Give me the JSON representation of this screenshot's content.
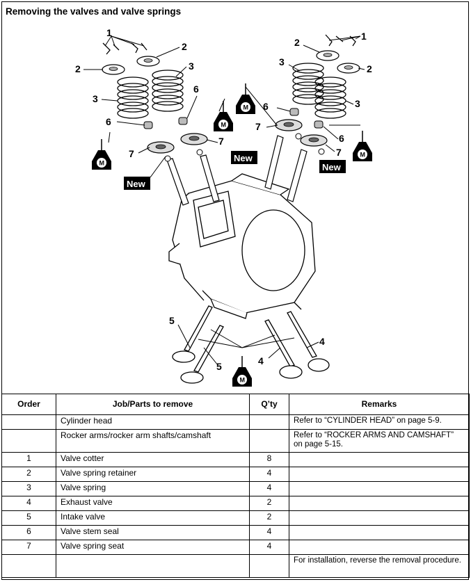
{
  "title": "Removing the valves and valve springs",
  "diagram": {
    "callouts": [
      "1",
      "2",
      "3",
      "4",
      "5",
      "6",
      "7"
    ],
    "new_tag": "New",
    "lube_symbol": "M"
  },
  "table": {
    "headers": {
      "order": "Order",
      "job": "Job/Parts to remove",
      "qty": "Q’ty",
      "remarks": "Remarks"
    },
    "rows": [
      {
        "order": "",
        "job": "Cylinder head",
        "qty": "",
        "remarks": "Refer to “CYLINDER HEAD” on page 5-9."
      },
      {
        "order": "",
        "job": "Rocker arms/rocker arm shafts/camshaft",
        "qty": "",
        "remarks": "Refer to “ROCKER ARMS AND CAMSHAFT” on page 5-15."
      },
      {
        "order": "1",
        "job": "Valve cotter",
        "qty": "8",
        "remarks": ""
      },
      {
        "order": "2",
        "job": "Valve spring retainer",
        "qty": "4",
        "remarks": ""
      },
      {
        "order": "3",
        "job": "Valve spring",
        "qty": "4",
        "remarks": ""
      },
      {
        "order": "4",
        "job": "Exhaust valve",
        "qty": "2",
        "remarks": ""
      },
      {
        "order": "5",
        "job": "Intake valve",
        "qty": "2",
        "remarks": ""
      },
      {
        "order": "6",
        "job": "Valve stem seal",
        "qty": "4",
        "remarks": ""
      },
      {
        "order": "7",
        "job": "Valve spring seat",
        "qty": "4",
        "remarks": ""
      },
      {
        "order": "",
        "job": "",
        "qty": "",
        "remarks": "For installation, reverse the removal procedure."
      }
    ]
  }
}
